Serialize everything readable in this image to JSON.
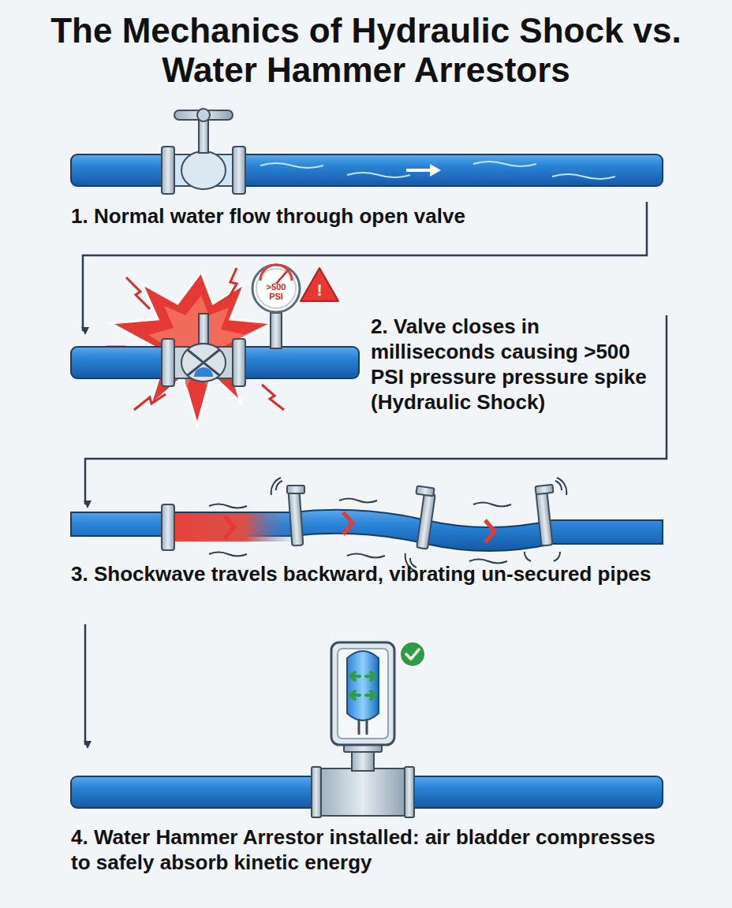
{
  "diagram": {
    "title": "The Mechanics of Hydraulic Shock vs. Water Hammer Arrestors",
    "nodes": [
      {
        "text": [
          ">500 PSI"
        ]
      }
    ],
    "labels": [
      "1. Normal water flow through open valve",
      "2. Valve closes in milliseconds causing >500 PSI pressure pressure spike (Hydraulic Shock)",
      "!",
      "3. Shockwave travels backward, vibrating un-secured pipes",
      "4. Water Hammer Arrestor installed: air bladder compresses to safely absorb kinetic energy"
    ]
  }
}
